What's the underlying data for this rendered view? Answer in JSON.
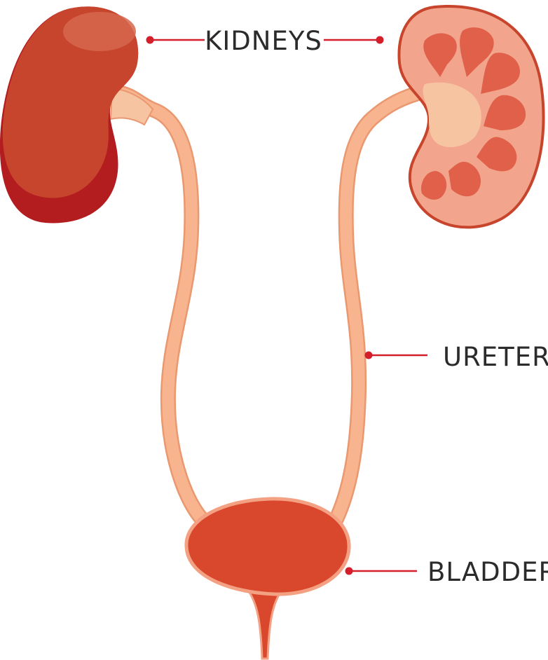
{
  "labels": {
    "kidneys": "KIDNEYS",
    "ureter": "URETER",
    "bladder": "BLADDER"
  },
  "colors": {
    "kidney_exterior": "#c8452d",
    "kidney_exterior_dark": "#b31d1f",
    "kidney_cortex": "#f2a58c",
    "kidney_pyramid": "#e0604a",
    "kidney_pelvis": "#f7c4a1",
    "ureter": "#f7b48e",
    "ureter_outline": "#ea9870",
    "bladder": "#d9472d",
    "bladder_outline": "#f3a083",
    "pointer": "#d41f2b",
    "label_text": "#2b2b2b"
  }
}
